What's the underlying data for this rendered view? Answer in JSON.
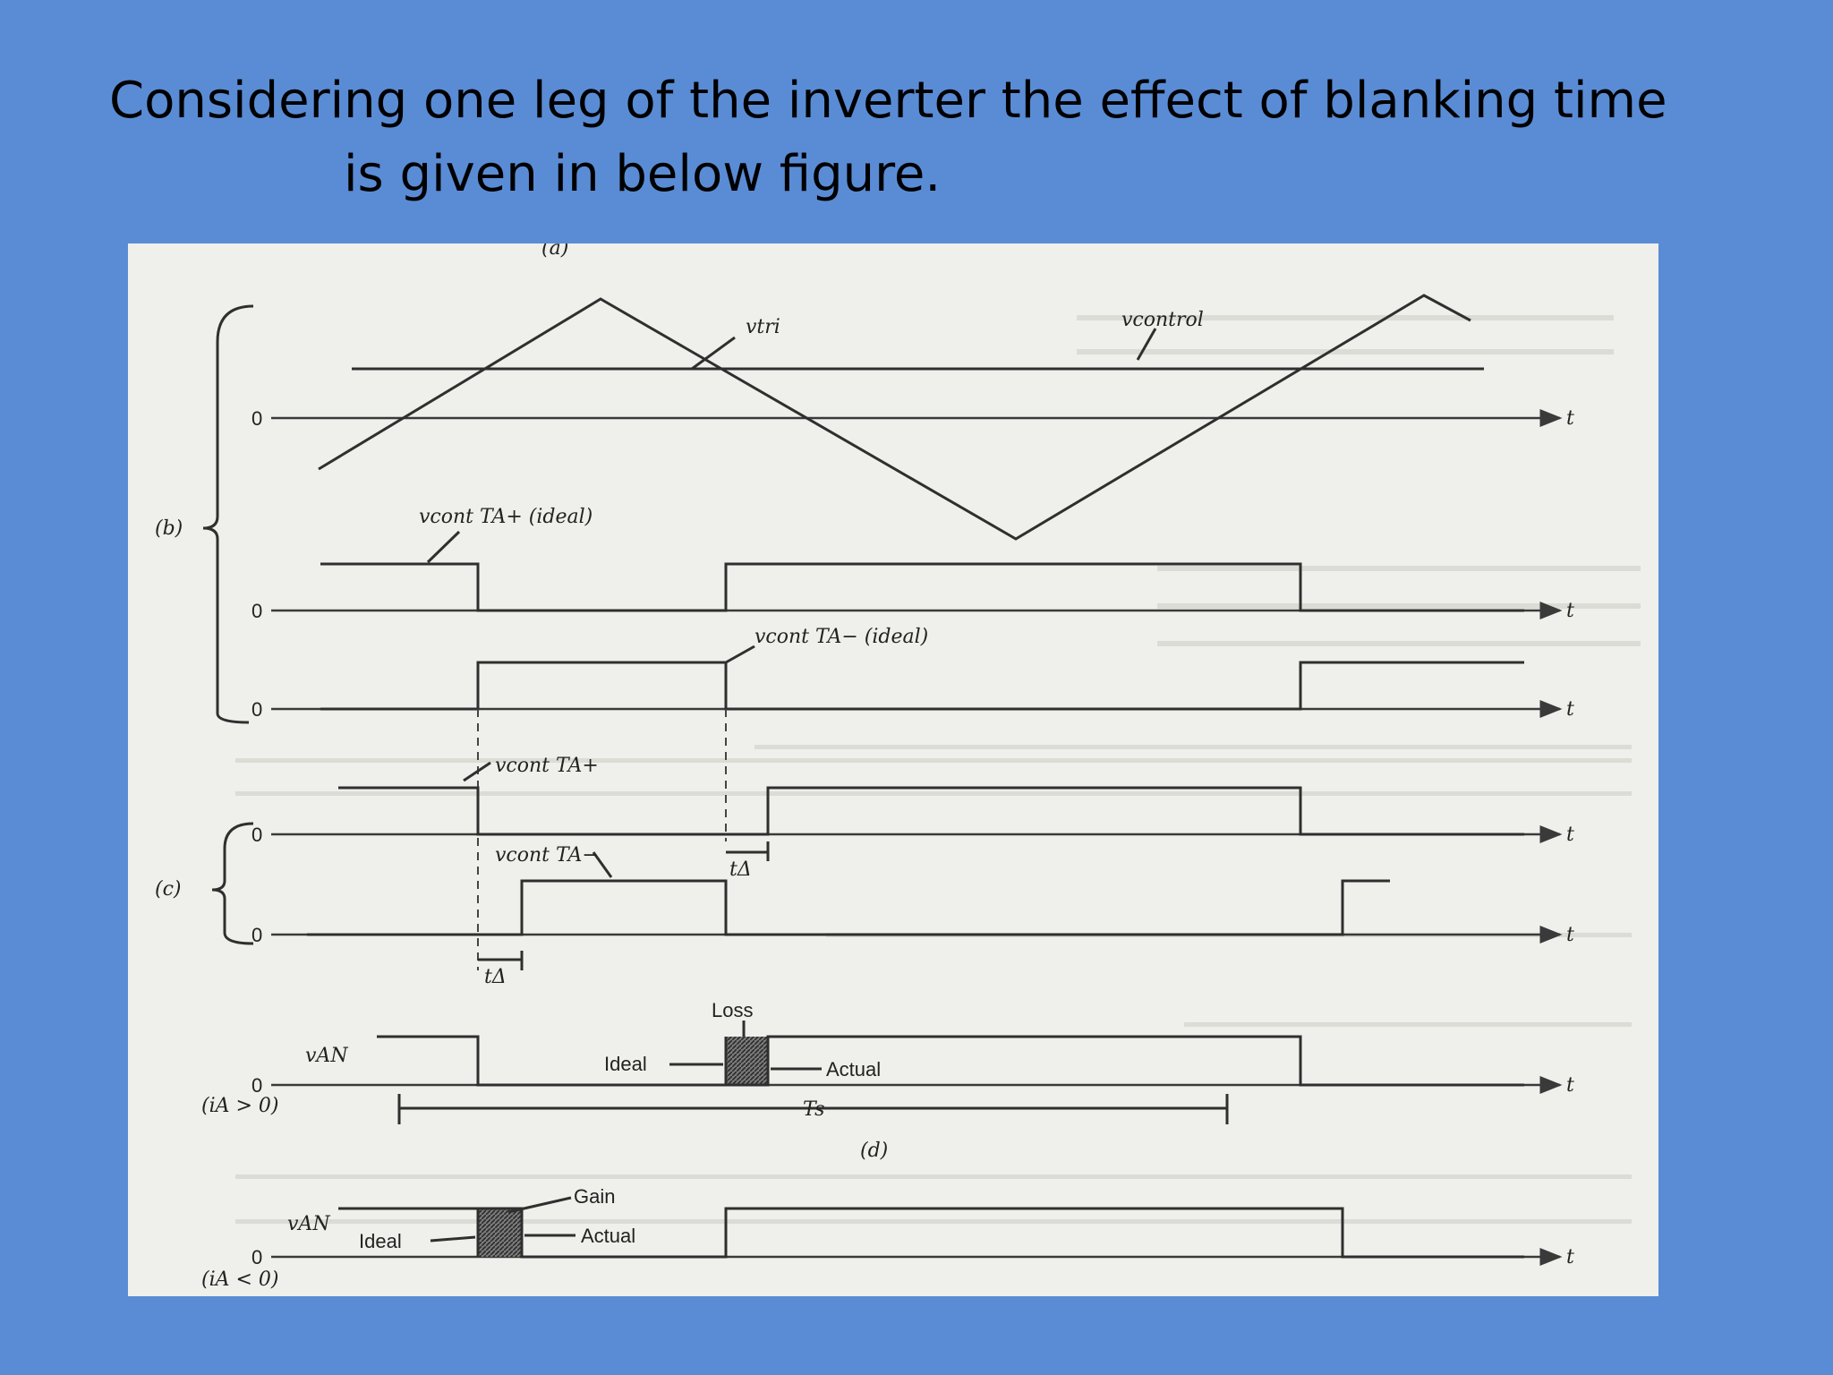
{
  "title": {
    "line1": "Considering one leg of the inverter the effect of blanking time",
    "line2": "is  given in below figure."
  },
  "figure": {
    "panel_a": "(a)",
    "panel_b": "(b)",
    "panel_c": "(c)",
    "panel_d": "(d)",
    "zero": "0",
    "t": "t",
    "v_tri": "vtri",
    "v_control": "vcontrol",
    "tap_ideal": "vcont TA+ (ideal)",
    "tam_ideal": "vcont TA− (ideal)",
    "tap": "vcont TA+",
    "tam": "vcont TA−",
    "t_delta": "tΔ",
    "v_an": "vAN",
    "loss": "Loss",
    "ideal": "Ideal",
    "actual": "Actual",
    "gain": "Gain",
    "ia_pos": "(iA > 0)",
    "ia_neg": "(iA < 0)",
    "ts": "Ts",
    "colors": {
      "background": "#5a8cd6",
      "paper": "#efefeb",
      "ink": "#2f2f2f"
    }
  }
}
